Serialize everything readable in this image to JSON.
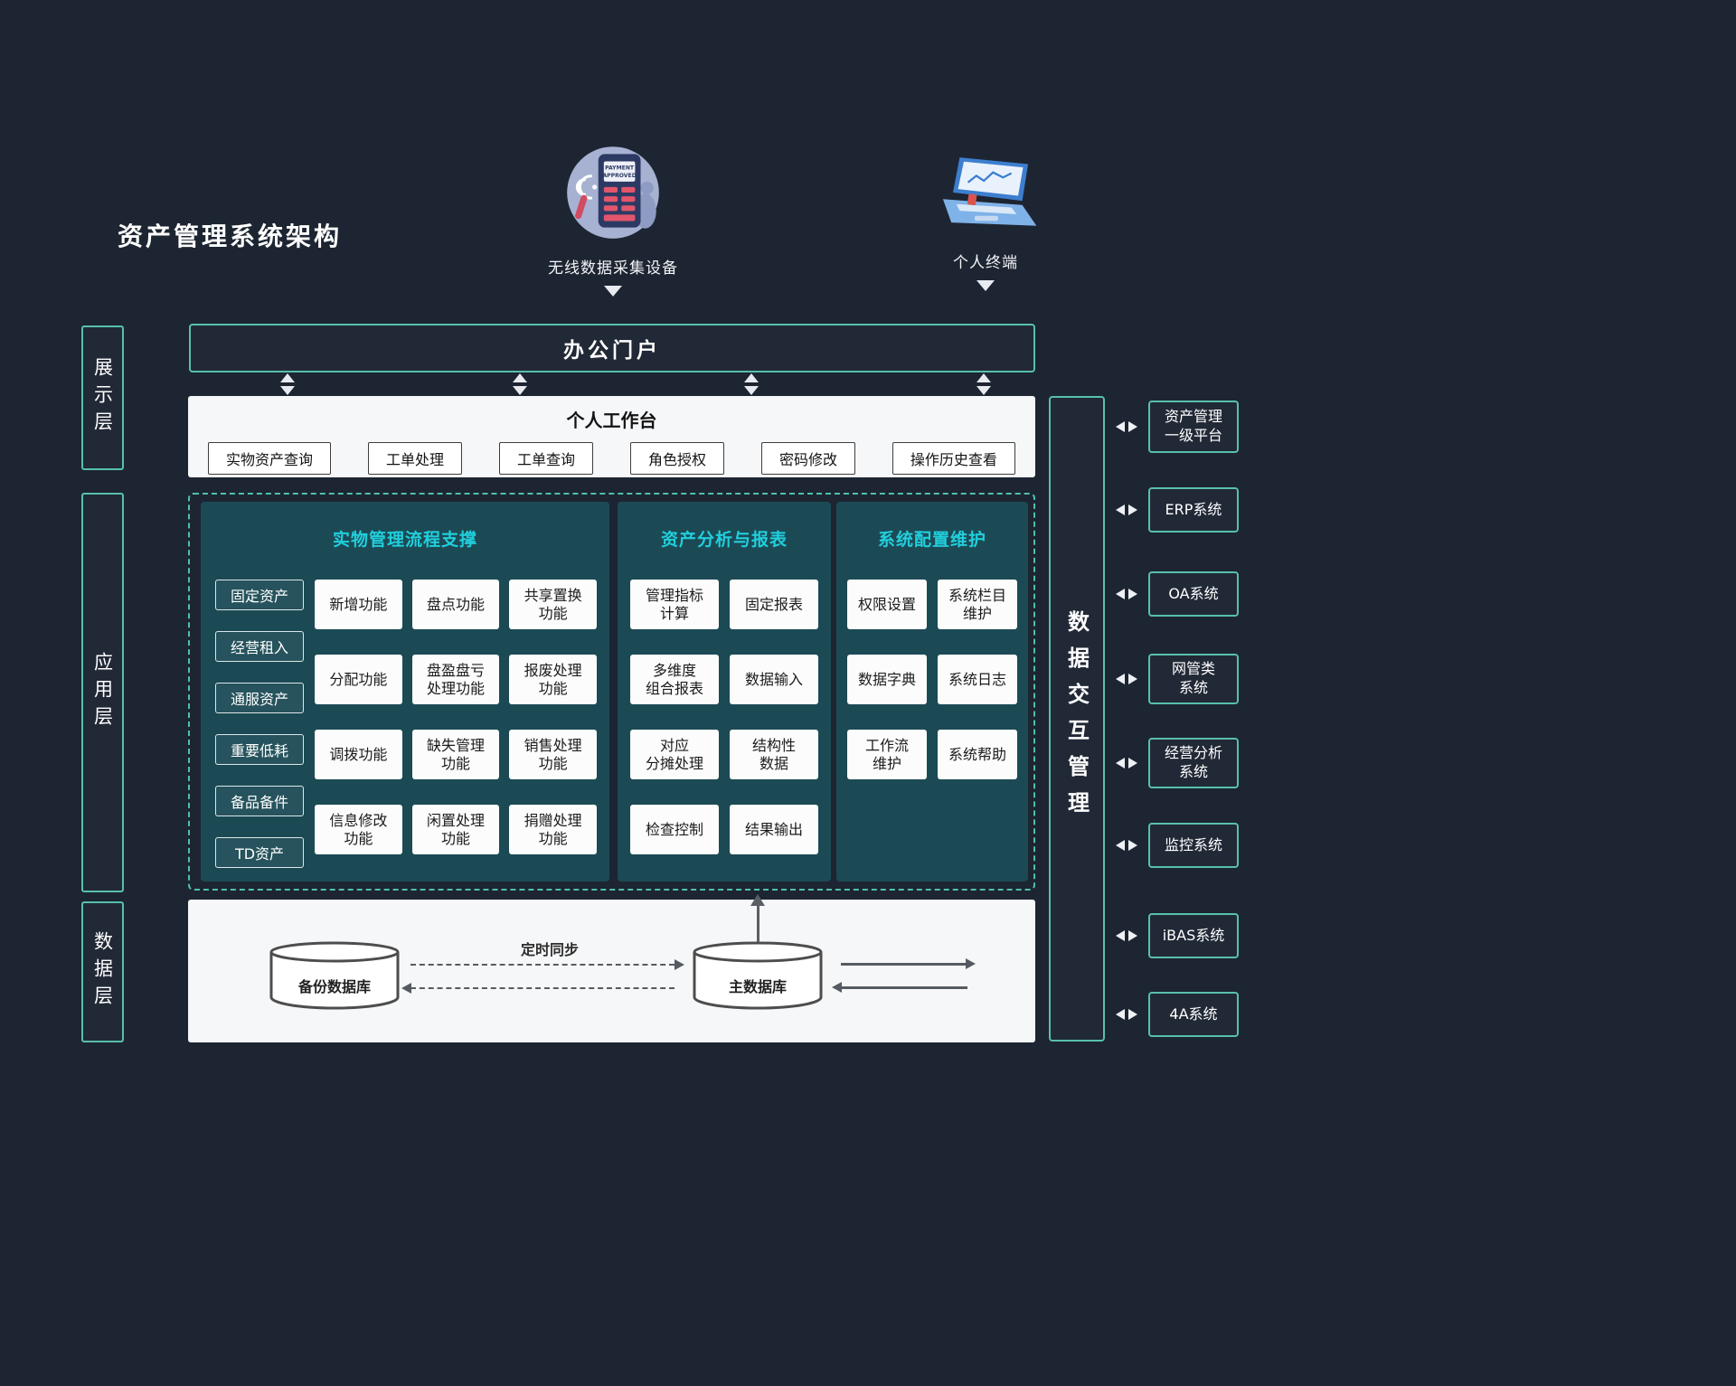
{
  "title": "资产管理系统架构",
  "devices": {
    "pos": {
      "label": "无线数据采集设备",
      "screen_line1": "PAYMENT",
      "screen_line2": "APPROVED"
    },
    "terminal": {
      "label": "个人终端"
    }
  },
  "layers": {
    "display": "展示层",
    "application": "应用层",
    "data": "数据层"
  },
  "portal": {
    "title": "办公门户"
  },
  "workbench": {
    "title": "个人工作台",
    "items": [
      "实物资产查询",
      "工单处理",
      "工单查询",
      "角色授权",
      "密码修改",
      "操作历史查看"
    ]
  },
  "panels": [
    {
      "title": "实物管理流程支撑",
      "categories": [
        "固定资产",
        "经营租入",
        "通服资产",
        "重要低耗",
        "备品备件",
        "TD资产"
      ],
      "functions": [
        "新增功能",
        "盘点功能",
        "共享置换\n功能",
        "分配功能",
        "盘盈盘亏\n处理功能",
        "报废处理\n功能",
        "调拨功能",
        "缺失管理\n功能",
        "销售处理\n功能",
        "信息修改\n功能",
        "闲置处理\n功能",
        "捐赠处理\n功能"
      ]
    },
    {
      "title": "资产分析与报表",
      "functions": [
        "管理指标\n计算",
        "固定报表",
        "多维度\n组合报表",
        "数据输入",
        "对应\n分摊处理",
        "结构性\n数据",
        "检查控制",
        "结果输出"
      ]
    },
    {
      "title": "系统配置维护",
      "functions": [
        "权限设置",
        "系统栏目\n维护",
        "数据字典",
        "系统日志",
        "工作流\n维护",
        "系统帮助"
      ]
    }
  ],
  "data_layer": {
    "backup_db": "备份数据库",
    "main_db": "主数据库",
    "sync_label": "定时同步"
  },
  "right_bar": {
    "title": "数据交互管理"
  },
  "external_systems": [
    "资产管理\n一级平台",
    "ERP系统",
    "OA系统",
    "网管类\n系统",
    "经营分析\n系统",
    "监控系统",
    "iBAS系统",
    "4A系统"
  ],
  "colors": {
    "background": "#1d2532",
    "teal_border": "#58c0ab",
    "panel_bg": "#1b4a55",
    "cyan_title": "#21cfdc",
    "box_bg": "#fcfcfc",
    "arrow_gray": "#565b62"
  }
}
